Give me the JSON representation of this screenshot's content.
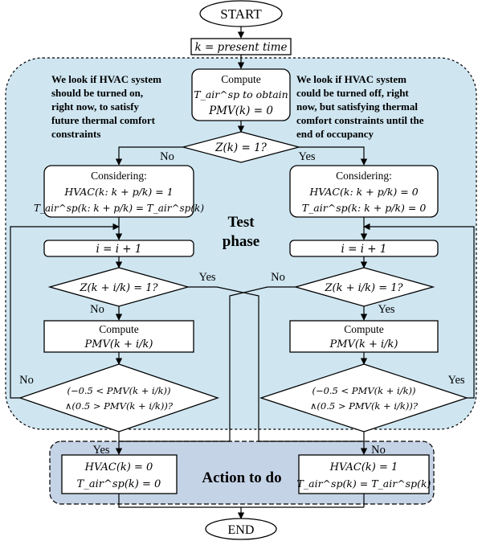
{
  "colors": {
    "test_region_fill": "#cfe6f1",
    "action_region_fill": "#c5d3e6",
    "box_fill": "#ffffff",
    "line": "#000000"
  },
  "start": "START",
  "end": "END",
  "init": "k = present time",
  "compute_top": {
    "line1": "Compute",
    "line2": "T_air^sp to obtain",
    "line3": "PMV(k) = 0"
  },
  "note_left": [
    "We look if HVAC system",
    "should be turned on,",
    "right now, to satisfy",
    "future thermal comfort",
    "constraints"
  ],
  "note_right": [
    "We look if HVAC system",
    "could be turned off, right",
    "now, but satisfying thermal",
    "comfort constraints until the",
    "end of occupancy"
  ],
  "decision_top": "Z(k) = 1?",
  "labels": {
    "no": "No",
    "yes": "Yes"
  },
  "left": {
    "considering_title": "Considering:",
    "considering_line1": "HVAC(k: k + p/k) = 1",
    "considering_line2": "T_air^sp(k: k + p/k) = T_air^sp(k)",
    "increment": "i = i + 1",
    "decision_z": "Z(k + i/k) = 1?",
    "compute_title": "Compute",
    "compute_line": "PMV(k + i/k)",
    "comfort_line1": "(−0.5 < PMV(k + i/k))",
    "comfort_line2": "∧(0.5 > PMV(k + i/k))?"
  },
  "right": {
    "considering_title": "Considering:",
    "considering_line1": "HVAC(k: k + p/k) = 0",
    "considering_line2": "T_air^sp(k: k + p/k) = 0",
    "increment": "i = i + 1",
    "decision_z": "Z(k + i/k) = 1?",
    "compute_title": "Compute",
    "compute_line": "PMV(k + i/k)",
    "comfort_line1": "(−0.5 < PMV(k + i/k))",
    "comfort_line2": "∧(0.5 > PMV(k + i/k))?"
  },
  "test_phase": [
    "Test",
    "phase"
  ],
  "action_title": "Action to do",
  "action_left": {
    "line1": "HVAC(k) = 0",
    "line2": "T_air^sp(k) = 0"
  },
  "action_right": {
    "line1": "HVAC(k) = 1",
    "line2": "T_air^sp(k) = T_air^sp(k)"
  }
}
